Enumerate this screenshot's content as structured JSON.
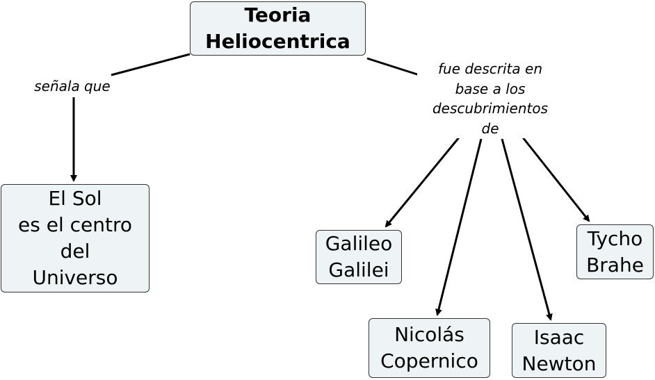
{
  "root": {
    "lines": [
      "Teoria",
      "Heliocentrica"
    ]
  },
  "links": {
    "left": {
      "lines": [
        "señala que"
      ]
    },
    "right": {
      "lines": [
        "fue descrita en",
        "base a los",
        "descubrimientos",
        "de"
      ]
    }
  },
  "nodes": {
    "sol": {
      "lines": [
        "El Sol",
        "es el centro",
        "del",
        "Universo"
      ]
    },
    "galileo": {
      "lines": [
        "Galileo",
        "Galilei"
      ]
    },
    "tycho": {
      "lines": [
        "Tycho",
        "Brahe"
      ]
    },
    "copernico": {
      "lines": [
        "Nicolás",
        "Copernico"
      ]
    },
    "newton": {
      "lines": [
        "Isaac",
        "Newton"
      ]
    }
  },
  "colors": {
    "node_bg": "#eef3f5",
    "line": "#000000"
  }
}
